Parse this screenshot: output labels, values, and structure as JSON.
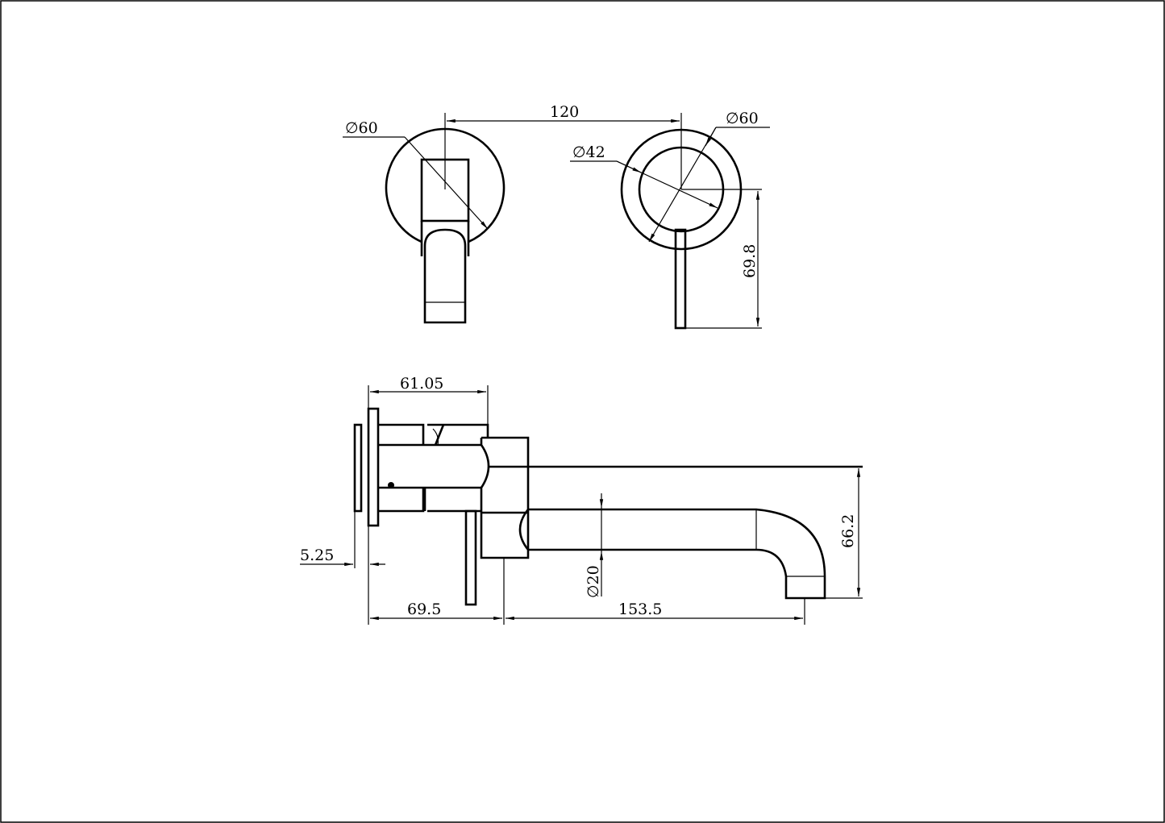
{
  "drawing": {
    "line_color": "#000000",
    "background": "#ffffff",
    "front_views": {
      "mixer_plate_diameter": "∅60",
      "center_distance": "120",
      "spout_plate_diameter": "∅60",
      "spout_inner_diameter": "∅42",
      "lever_height": "69.8"
    },
    "side_view": {
      "body_depth": "61.05",
      "plate_thickness": "5.25",
      "lever_offset": "69.5",
      "spout_reach": "153.5",
      "spout_diameter": "∅20",
      "spout_height": "66.2"
    }
  }
}
